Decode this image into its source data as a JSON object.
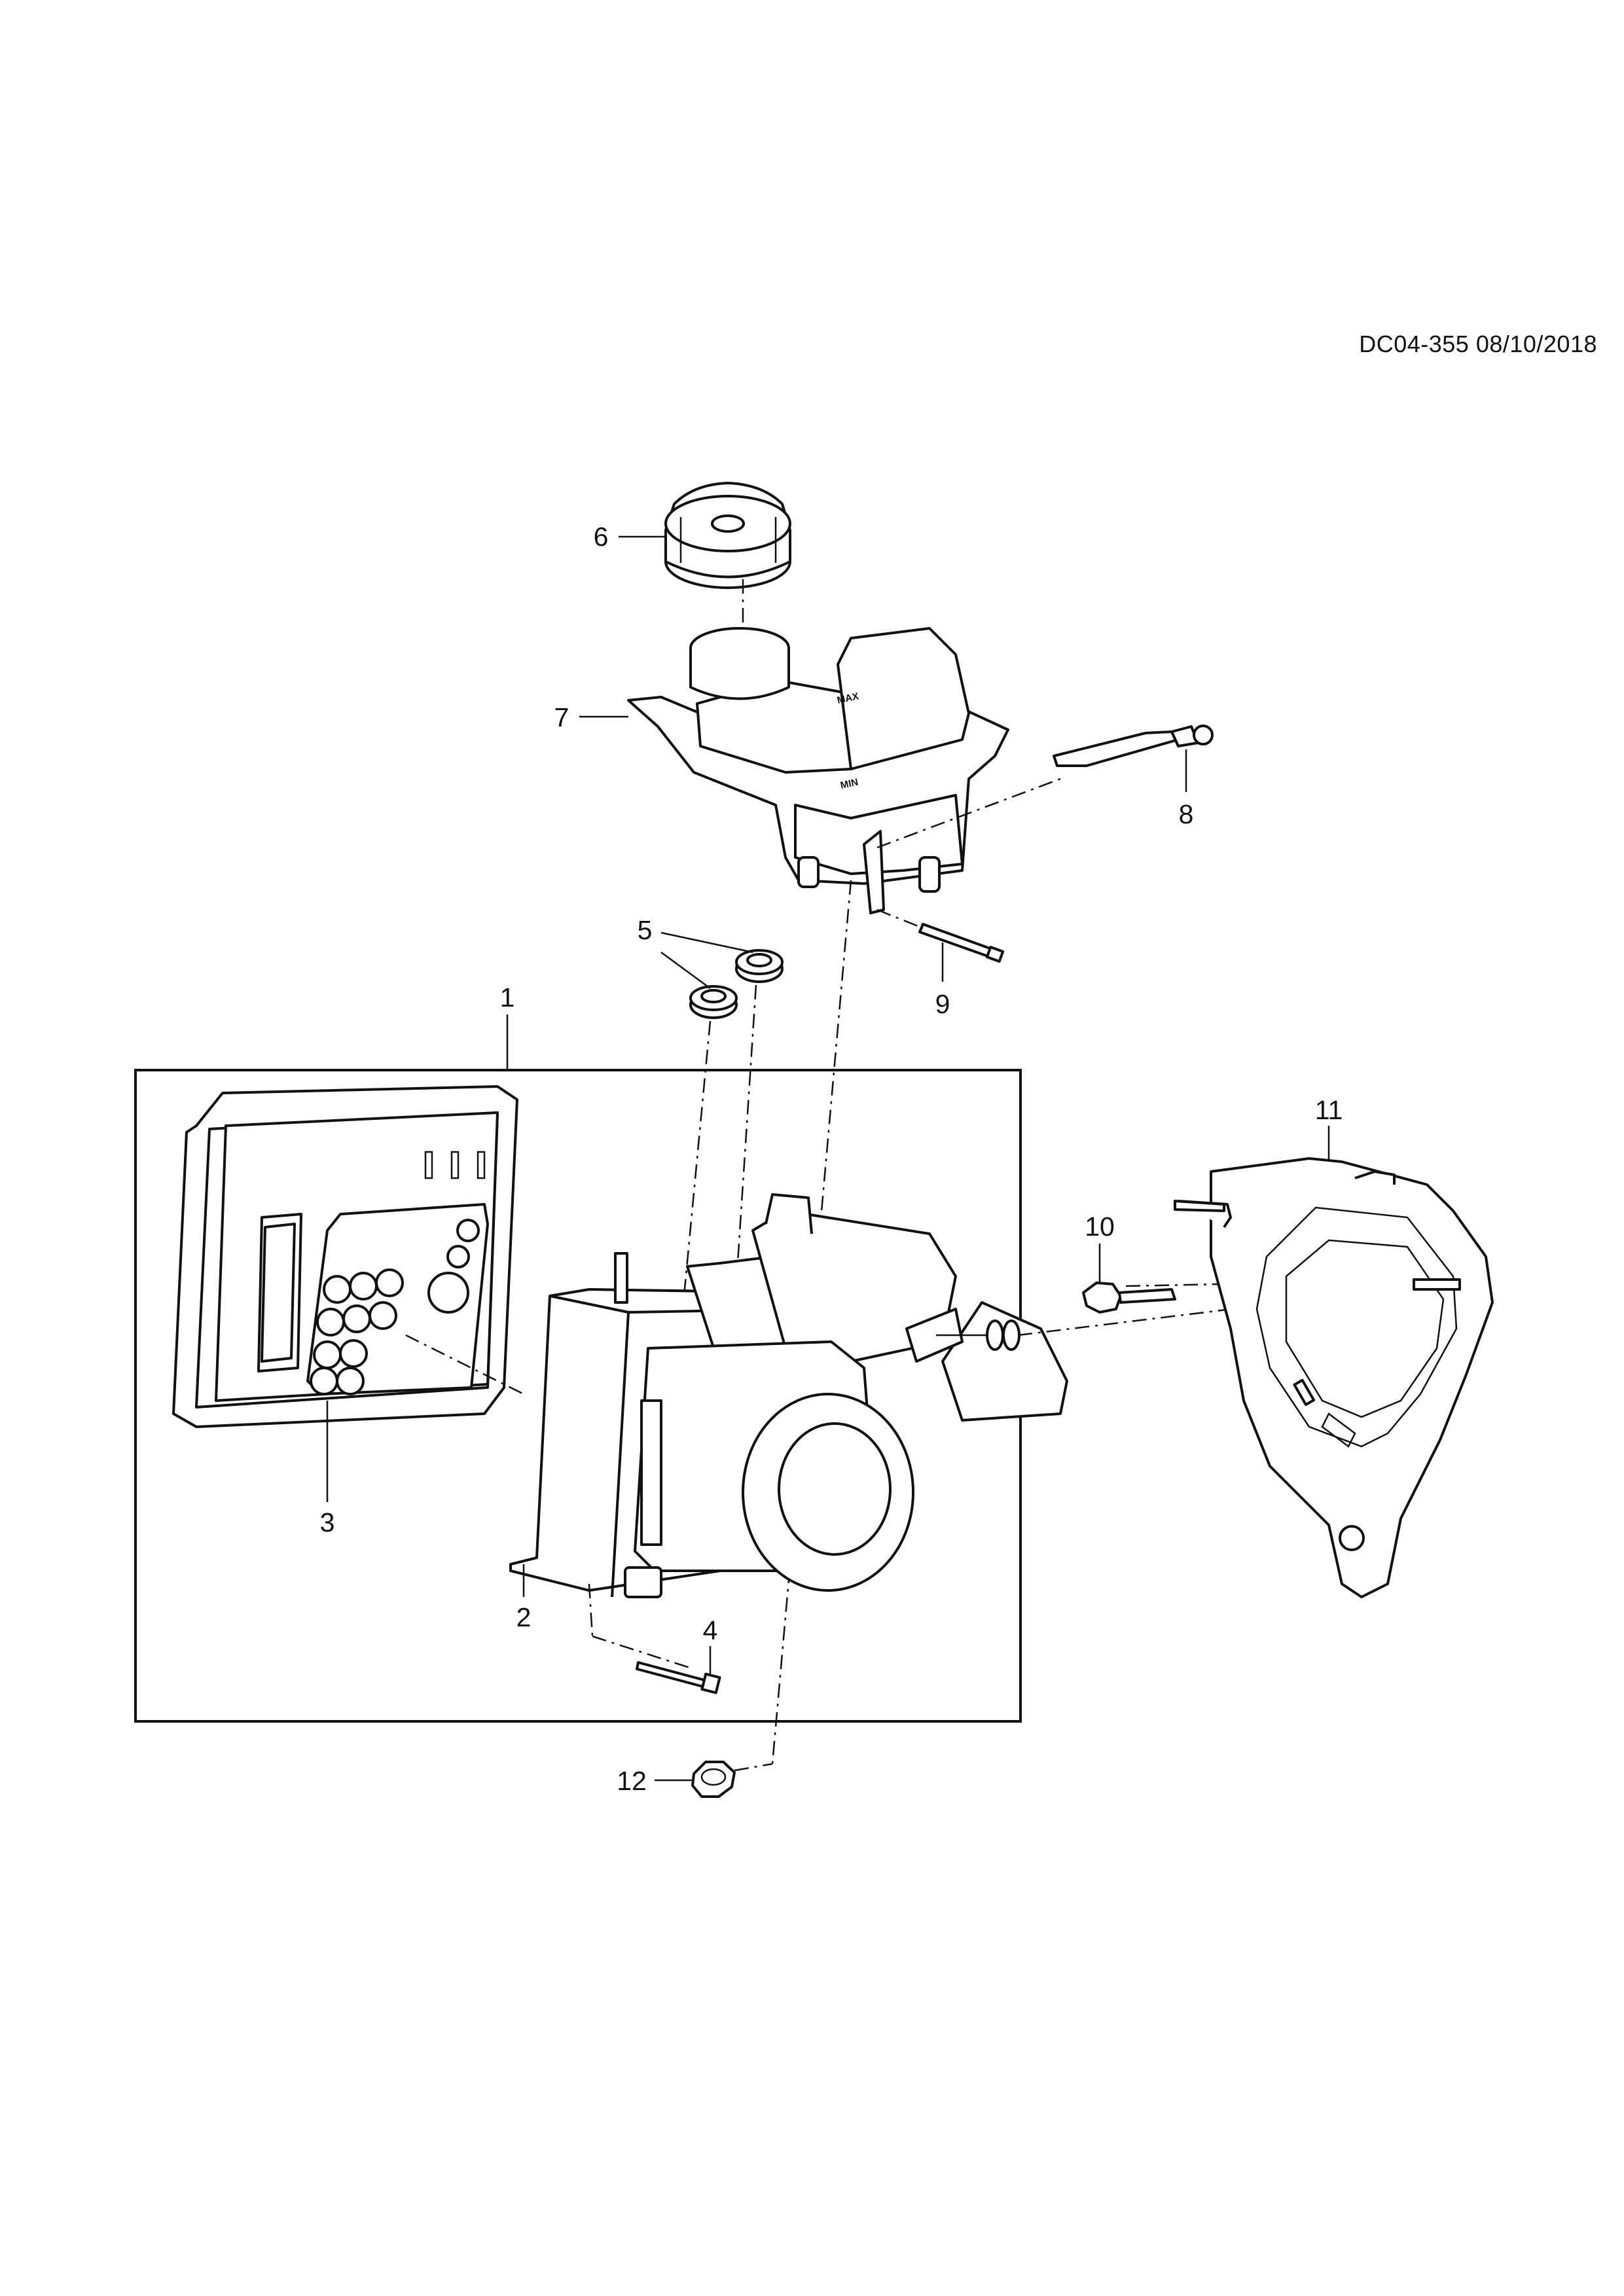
{
  "header": {
    "ref_code": "DC04-355 08/10/2018"
  },
  "callouts": [
    {
      "id": "1",
      "label": "1"
    },
    {
      "id": "2",
      "label": "2"
    },
    {
      "id": "3",
      "label": "3"
    },
    {
      "id": "4",
      "label": "4"
    },
    {
      "id": "5",
      "label": "5"
    },
    {
      "id": "6",
      "label": "6"
    },
    {
      "id": "7",
      "label": "7"
    },
    {
      "id": "8",
      "label": "8"
    },
    {
      "id": "9",
      "label": "9"
    },
    {
      "id": "10",
      "label": "10"
    },
    {
      "id": "11",
      "label": "11"
    },
    {
      "id": "12",
      "label": "12"
    }
  ],
  "reservoir_marks": {
    "max": "MAX",
    "min": "MIN"
  }
}
